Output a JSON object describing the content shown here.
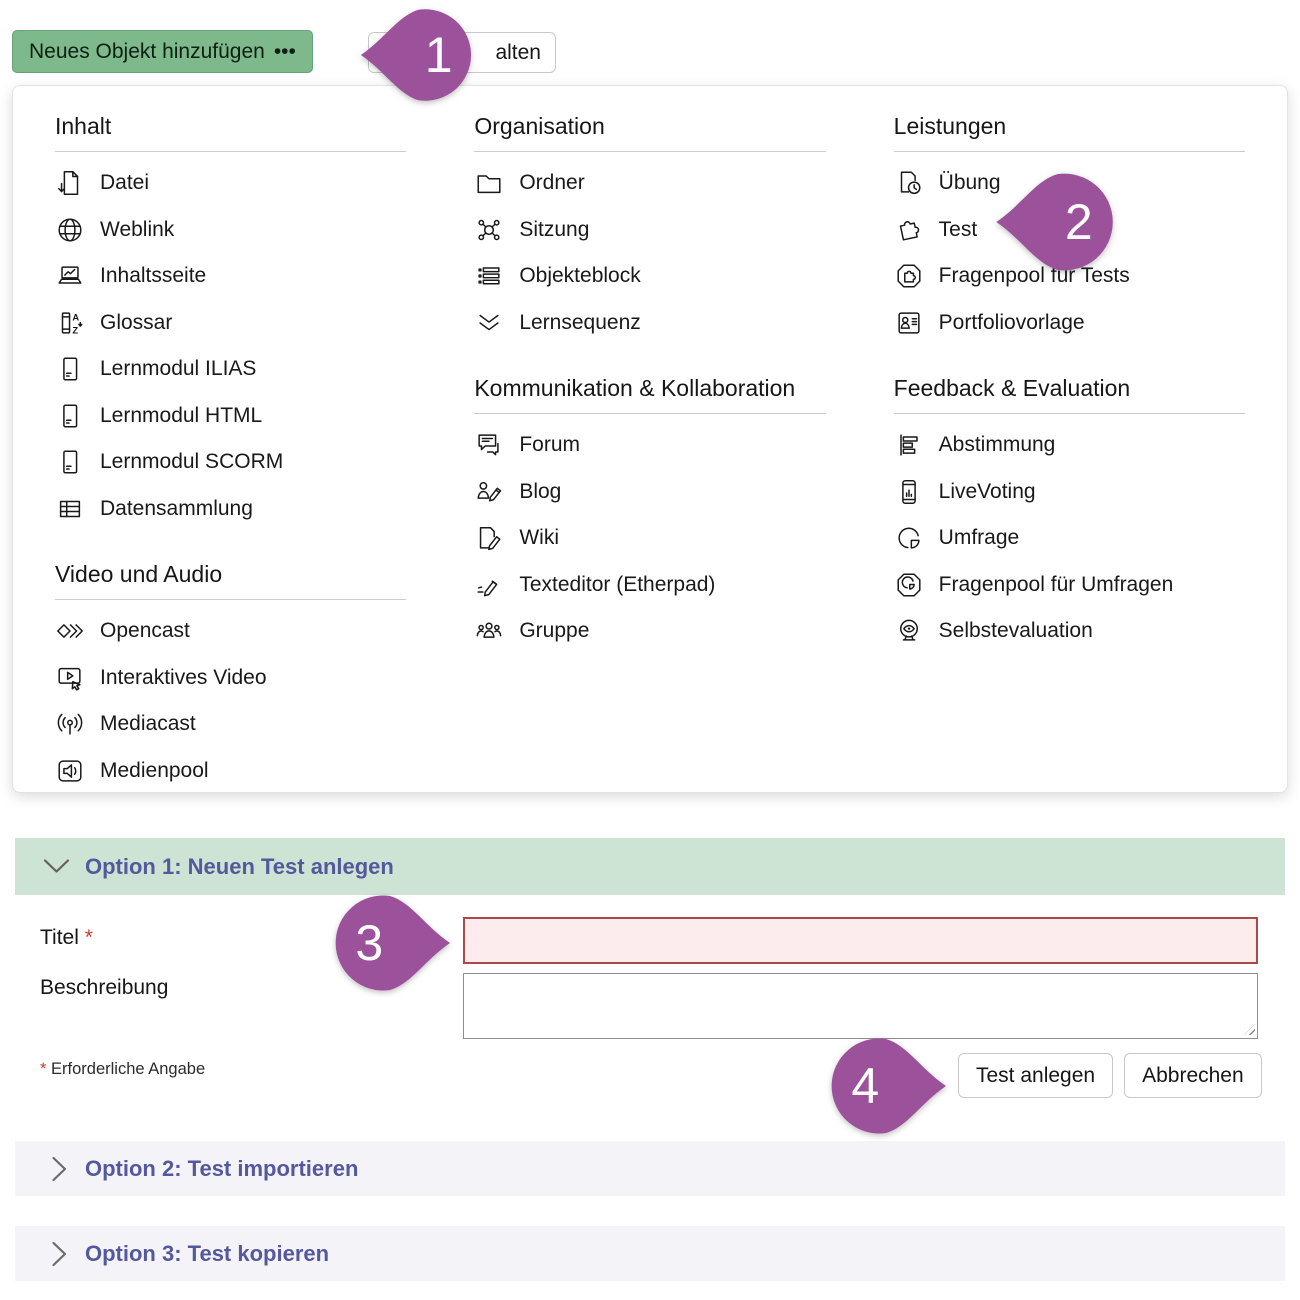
{
  "toolbar": {
    "add_button_label": "Neues Objekt hinzufügen",
    "add_button_dots": "•••",
    "secondary_button_visible_label": "alten"
  },
  "menu": {
    "columns": [
      {
        "sections": [
          {
            "title": "Inhalt",
            "items": [
              {
                "icon": "datei-icon",
                "label": "Datei"
              },
              {
                "icon": "weblink-icon",
                "label": "Weblink"
              },
              {
                "icon": "inhaltsseite-icon",
                "label": "Inhaltsseite"
              },
              {
                "icon": "glossar-icon",
                "label": "Glossar"
              },
              {
                "icon": "lernmodul-icon",
                "label": "Lernmodul ILIAS"
              },
              {
                "icon": "lernmodul-icon",
                "label": "Lernmodul HTML"
              },
              {
                "icon": "lernmodul-icon",
                "label": "Lernmodul SCORM"
              },
              {
                "icon": "datensammlung-icon",
                "label": "Datensammlung"
              }
            ]
          },
          {
            "title": "Video und Audio",
            "items": [
              {
                "icon": "opencast-icon",
                "label": "Opencast"
              },
              {
                "icon": "interaktives-video-icon",
                "label": "Interaktives Video"
              },
              {
                "icon": "mediacast-icon",
                "label": "Mediacast"
              },
              {
                "icon": "medienpool-icon",
                "label": "Medienpool"
              }
            ]
          }
        ]
      },
      {
        "sections": [
          {
            "title": "Organisation",
            "items": [
              {
                "icon": "ordner-icon",
                "label": "Ordner"
              },
              {
                "icon": "sitzung-icon",
                "label": "Sitzung"
              },
              {
                "icon": "objekteblock-icon",
                "label": "Objekteblock"
              },
              {
                "icon": "lernsequenz-icon",
                "label": "Lernsequenz"
              }
            ]
          },
          {
            "title": "Kommunikation & Kollabo­ration",
            "items": [
              {
                "icon": "forum-icon",
                "label": "Forum"
              },
              {
                "icon": "blog-icon",
                "label": "Blog"
              },
              {
                "icon": "wiki-icon",
                "label": "Wiki"
              },
              {
                "icon": "texteditor-icon",
                "label": "Texteditor (Etherpad)"
              },
              {
                "icon": "gruppe-icon",
                "label": "Gruppe"
              }
            ]
          }
        ]
      },
      {
        "sections": [
          {
            "title": "Leistungen",
            "items": [
              {
                "icon": "uebung-icon",
                "label": "Übung"
              },
              {
                "icon": "test-icon",
                "label": "Test"
              },
              {
                "icon": "fragenpool-tests-icon",
                "label": "Fragenpool für Tests"
              },
              {
                "icon": "portfoliovorlage-icon",
                "label": "Portfoliovorlage"
              }
            ]
          },
          {
            "title": "Feedback & Evaluation",
            "items": [
              {
                "icon": "abstimmung-icon",
                "label": "Abstimmung"
              },
              {
                "icon": "livevoting-icon",
                "label": "LiveVoting"
              },
              {
                "icon": "umfrage-icon",
                "label": "Umfrage"
              },
              {
                "icon": "fragenpool-umfragen-icon",
                "label": "Fragenpool für Umfragen"
              },
              {
                "icon": "selbstevaluation-icon",
                "label": "Selbstevaluation"
              }
            ]
          }
        ]
      }
    ]
  },
  "annotations": {
    "step1": "1",
    "step2": "2",
    "step3": "3",
    "step4": "4"
  },
  "option1": {
    "title": "Option 1: Neuen Test anlegen",
    "title_field": {
      "label": "Titel",
      "required_marker": "*",
      "value": ""
    },
    "description_field": {
      "label": "Beschreibung",
      "value": ""
    },
    "required_note_marker": "*",
    "required_note": "Erforderliche Angabe",
    "submit_label": "Test anlegen",
    "cancel_label": "Abbrechen"
  },
  "option2": {
    "title": "Option 2: Test importieren"
  },
  "option3": {
    "title": "Option 3: Test kopieren"
  },
  "colors": {
    "primary_green": "#7db98b",
    "panel_header_green": "#cde3d3",
    "heading_purple": "#55589d",
    "annotation_purple": "#9c529b",
    "error_red_border": "#a94a48",
    "error_red_bg": "#fceced",
    "required_red": "#bf3f34",
    "collapsed_bar_bg": "#f4f4f8"
  }
}
